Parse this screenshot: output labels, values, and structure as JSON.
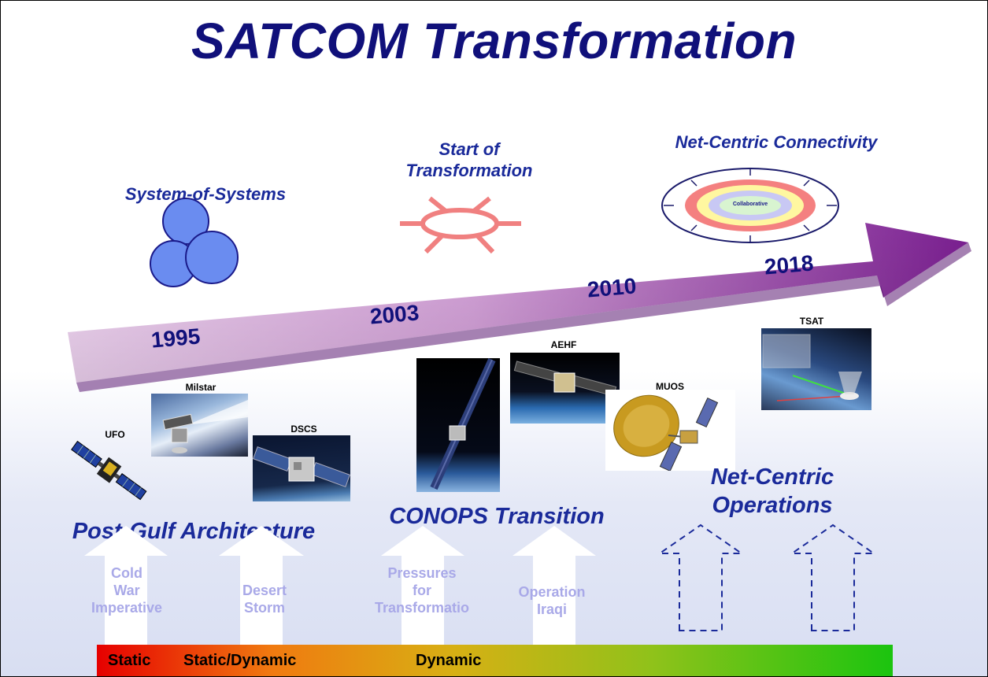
{
  "title": "SATCOM Transformation",
  "concepts": {
    "system_of_systems": "System-of-Systems",
    "start_of_transformation": "Start of\nTransformation",
    "net_centric_connectivity": "Net-Centric Connectivity",
    "collaborative": "Collaborative"
  },
  "timeline": {
    "years": [
      "1995",
      "2003",
      "2010",
      "2018"
    ]
  },
  "satellites": [
    "UFO",
    "Milstar",
    "DSCS",
    "AEHF",
    "MUOS",
    "TSAT"
  ],
  "phases": {
    "post_gulf": "Post-Gulf Architecture",
    "conops": "CONOPS Transition",
    "net_centric_ops": "Net-Centric\nOperations"
  },
  "drivers": {
    "cold_war": "Cold\nWar\nImperative",
    "desert_storm": "Desert\nStorm",
    "pressures": "Pressures\nfor\nTransformatio",
    "operation_iraqi": "Operation\nIraqi"
  },
  "bar": {
    "static": "Static",
    "static_dynamic": "Static/Dynamic",
    "dynamic": "Dynamic"
  },
  "colors": {
    "title": "#10107a",
    "labels": "#1a2a9a",
    "arrow_start": "#f2d4f4",
    "arrow_end": "#8a2a9a",
    "circles": "#6a8cf0",
    "sun": "#f08080"
  }
}
